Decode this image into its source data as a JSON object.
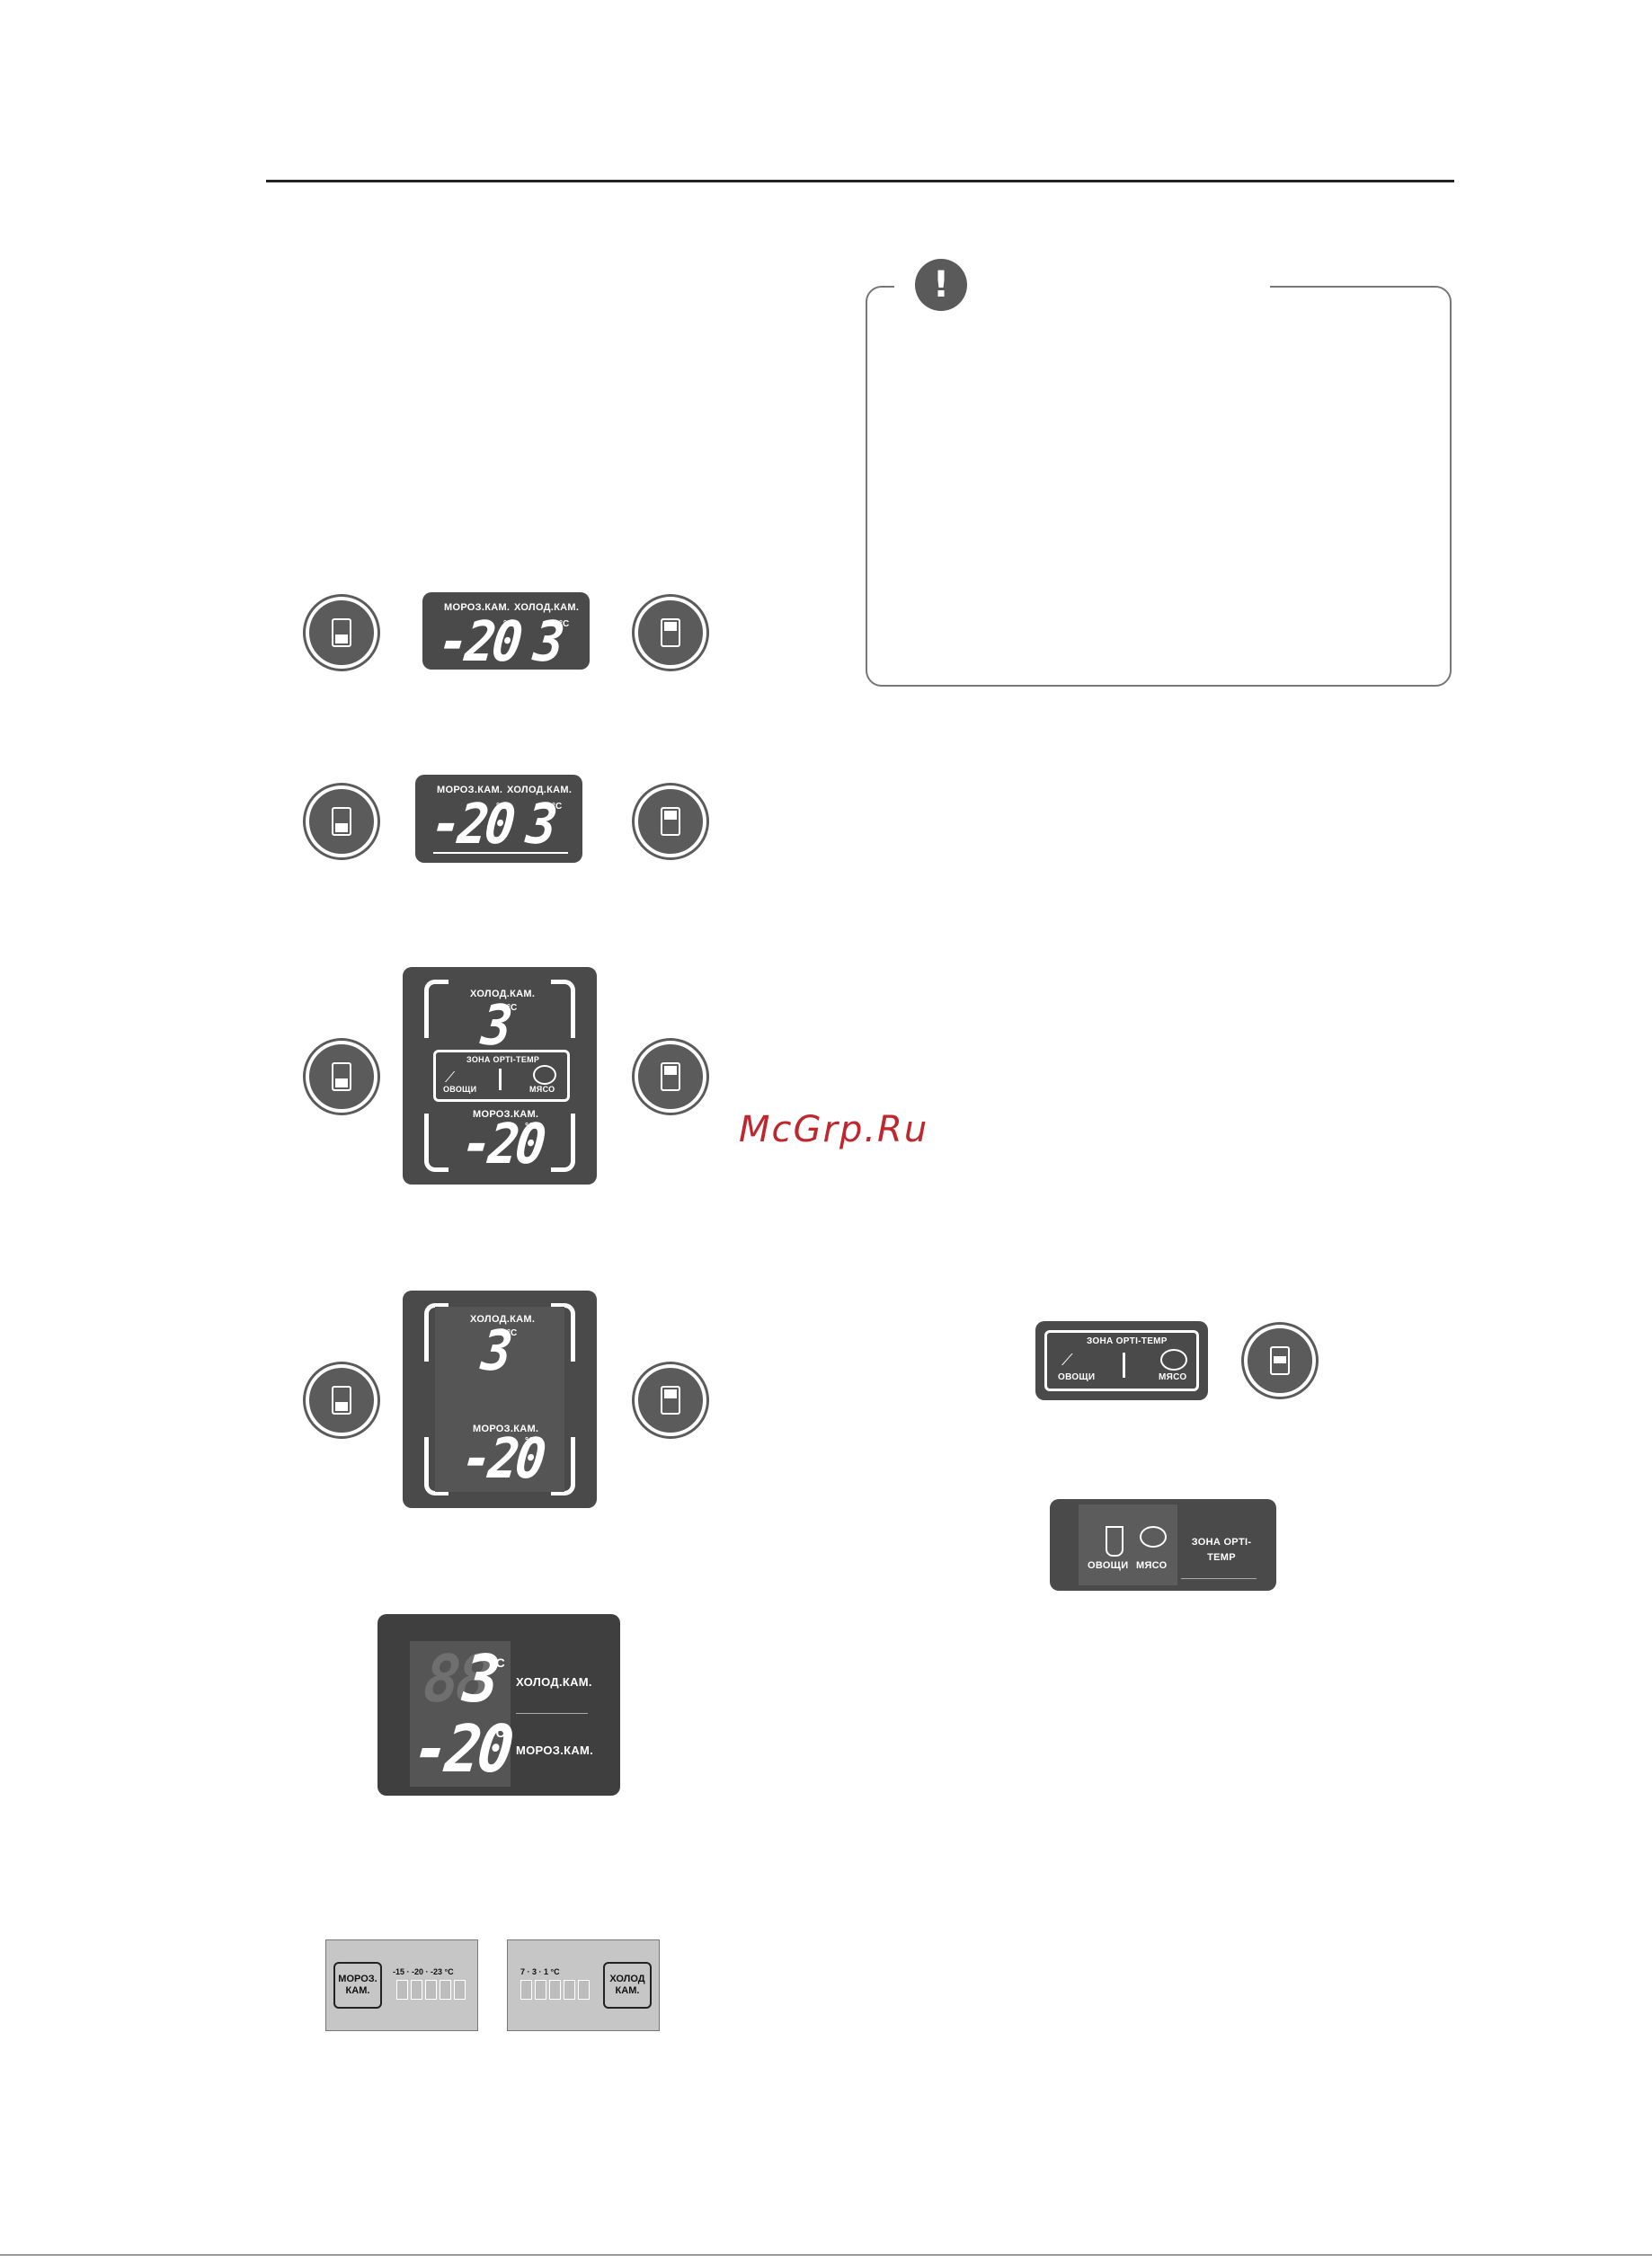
{
  "watermark": "McGrp.Ru",
  "note_icon": "!",
  "panel1": {
    "left_label": "МОРОЗ.КАМ.",
    "right_label": "ХОЛОД.КАМ.",
    "left_value": "-20",
    "right_value": "3",
    "unit": "°C"
  },
  "panel2": {
    "left_label": "МОРОЗ.КАМ.",
    "right_label": "ХОЛОД.КАМ.",
    "left_value": "-20",
    "right_value": "3",
    "unit": "°C"
  },
  "panel3": {
    "top_label": "ХОЛОД.КАМ.",
    "top_value": "3",
    "zone_label": "ЗОНА OPTI-TEMP",
    "veg_label": "ОВОЩИ",
    "meat_label": "МЯСО",
    "bottom_label": "МОРОЗ.КАМ.",
    "bottom_value": "-20",
    "unit": "°C"
  },
  "panel4": {
    "top_label": "ХОЛОД.КАМ.",
    "top_value": "3",
    "bottom_label": "МОРОЗ.КАМ.",
    "bottom_value": "-20",
    "unit": "°C"
  },
  "panel5": {
    "top_ghost": "88",
    "top_value": "3",
    "top_label": "ХОЛОД.КАМ.",
    "bottom_value": "-20",
    "bottom_label": "МОРОЗ.КАМ.",
    "unit": "°C"
  },
  "panel6": {
    "freezer_button": "МОРОЗ. КАМ.",
    "freezer_scale": "-15 · -20 · -23 °C",
    "fridge_scale": "7 · 3 · 1 °C",
    "fridge_button": "ХОЛОД КАМ."
  },
  "opti_panel": {
    "title": "ЗОНА OPTI-TEMP",
    "veg_label": "ОВОЩИ",
    "meat_label": "МЯСО"
  },
  "opti_panel2": {
    "veg_label": "ОВОЩИ",
    "meat_label": "МЯСО",
    "zone_label": "ЗОНА OPTI-TEMP"
  },
  "colors": {
    "panel": "#4a4a4a",
    "watermark": "#c0262d",
    "gray_panel": "#c6c6c6"
  }
}
